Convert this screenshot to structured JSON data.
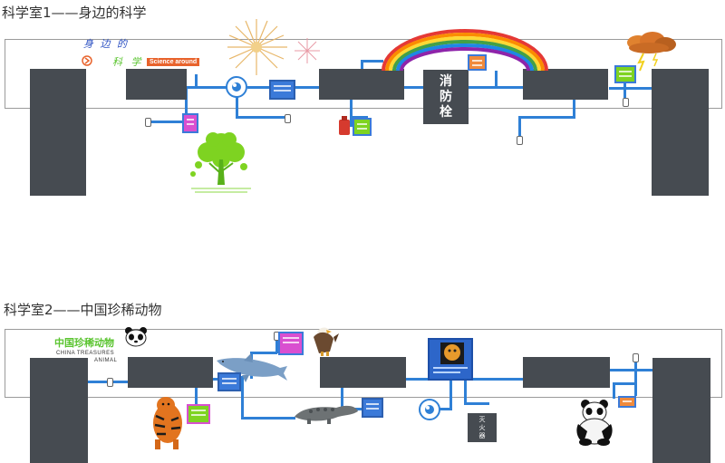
{
  "room1": {
    "title": "科学室1——身边的科学",
    "corner_text": "",
    "banner_line1": "身 边 的",
    "banner_line2": "科 学",
    "banner_tag": "Science around",
    "hydrant_label": [
      "消",
      "防",
      "栓"
    ]
  },
  "room2": {
    "title": "科学室2——中国珍稀动物",
    "banner_cn": "中国珍稀动物",
    "banner_en_1": "CHINA TREASURES",
    "banner_en_2": "ANIMAL",
    "extinguisher_label": "灭火器"
  },
  "colors": {
    "block": "#464b51",
    "wire": "#2f80d6",
    "card_blue": "#3b7ad9",
    "card_pink": "#d94fd0",
    "card_green": "#7ed321",
    "card_orange": "#f08a3c",
    "banner_green": "#5ac42f",
    "tag_orange": "#e8632c"
  },
  "icons": [
    "eye-button-icon",
    "fireworks-icon",
    "rainbow-icon",
    "tree-icon",
    "storm-cloud-icon",
    "panda-icon",
    "tiger-icon",
    "dolphin-icon",
    "eagle-icon",
    "crocodile-icon",
    "extinguisher-icon"
  ]
}
